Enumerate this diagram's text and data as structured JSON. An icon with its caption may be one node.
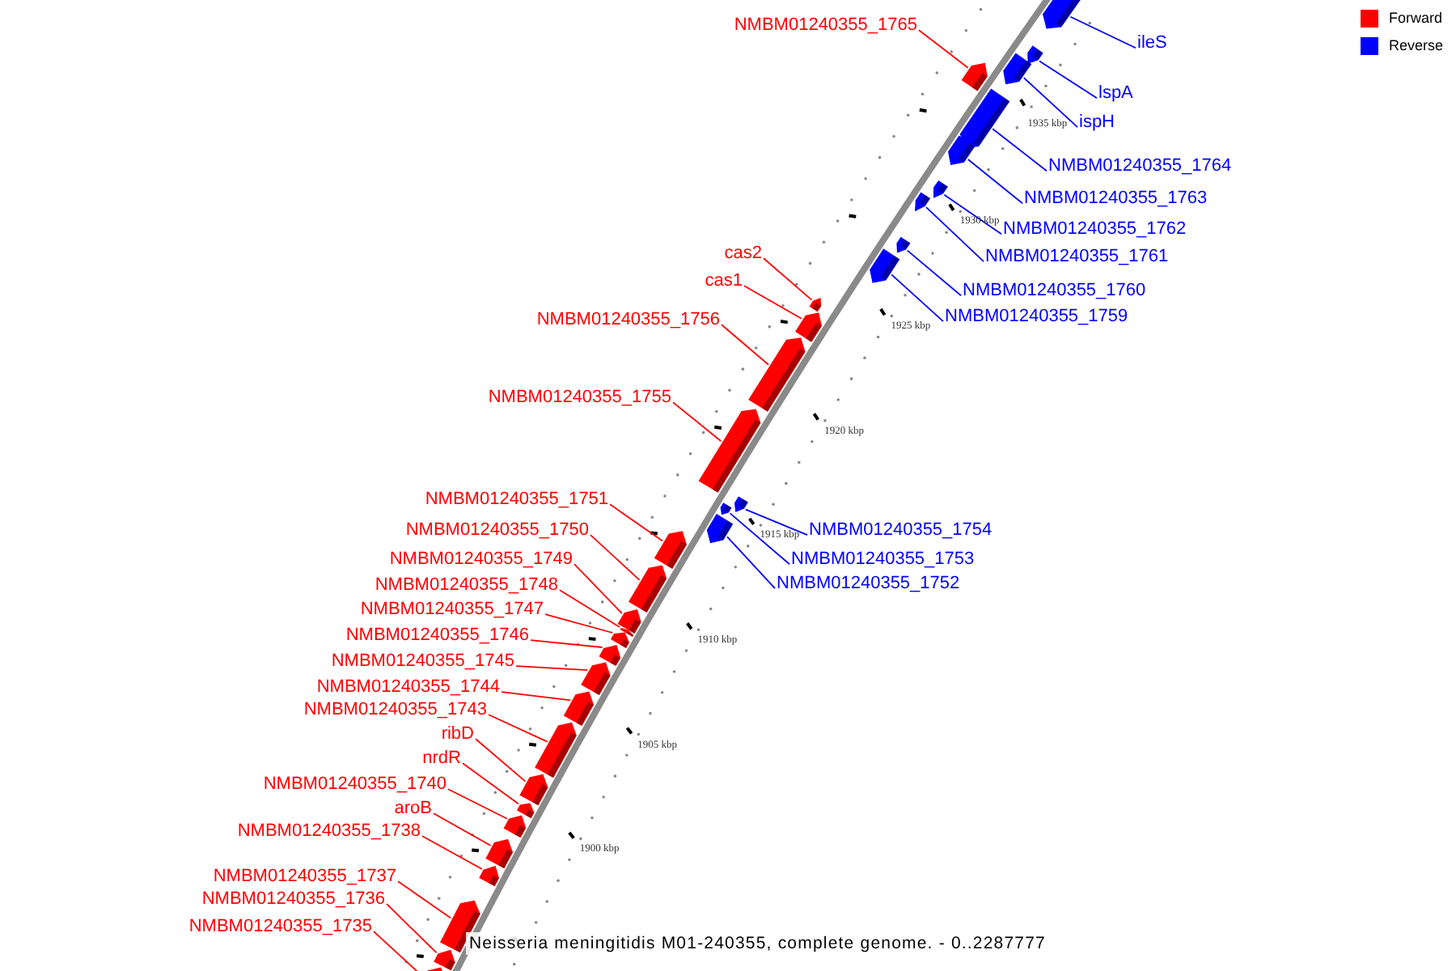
{
  "diagram": {
    "caption": "Neisseria meningitidis M01-240355, complete genome. - 0..2287777",
    "nodes": [
      {
        "text": [
          "NMBM01240355_1765"
        ]
      },
      {
        "text": [
          "ileS"
        ]
      },
      {
        "text": [
          "lspA"
        ]
      },
      {
        "text": [
          "ispH"
        ]
      },
      {
        "text": [
          "NMBM01240355_1764"
        ]
      },
      {
        "text": [
          "NMBM01240355_1763"
        ]
      },
      {
        "text": [
          "NMBM01240355_1762"
        ]
      },
      {
        "text": [
          "cas2"
        ]
      },
      {
        "text": [
          "NMBM01240355_1761"
        ]
      },
      {
        "text": [
          "cas1"
        ]
      },
      {
        "text": [
          "NMBM01240355_1760"
        ]
      },
      {
        "text": [
          "NMBM01240355_1759"
        ]
      },
      {
        "text": [
          "NMBM01240355_1756"
        ]
      },
      {
        "text": [
          "NMBM01240355_1755"
        ]
      },
      {
        "text": [
          "NMBM01240355_1751"
        ]
      },
      {
        "text": [
          "NMBM01240355_1750"
        ]
      },
      {
        "text": [
          "NMBM01240355_1754"
        ]
      },
      {
        "text": [
          "NMBM01240355_1753"
        ]
      },
      {
        "text": [
          "NMBM01240355_1749"
        ]
      },
      {
        "text": [
          "NMBM01240355_1752"
        ]
      },
      {
        "text": [
          "NMBM01240355_1748"
        ]
      },
      {
        "text": [
          "NMBM01240355_1747"
        ]
      },
      {
        "text": [
          "NMBM01240355_1746"
        ]
      },
      {
        "text": [
          "NMBM01240355_1745"
        ]
      },
      {
        "text": [
          "NMBM01240355_1744"
        ]
      },
      {
        "text": [
          "NMBM01240355_1743"
        ]
      },
      {
        "text": [
          "ribD"
        ]
      },
      {
        "text": [
          "nrdR"
        ]
      },
      {
        "text": [
          "NMBM01240355_1740"
        ]
      },
      {
        "text": [
          "aroB"
        ]
      },
      {
        "text": [
          "NMBM01240355_1738"
        ]
      },
      {
        "text": [
          "NMBM01240355_1737"
        ]
      },
      {
        "text": [
          "NMBM01240355_1736"
        ]
      },
      {
        "text": [
          "NMBM01240355_1735"
        ]
      },
      {
        "text": [],
        "shape": "block"
      },
      {
        "text": [],
        "shape": "block"
      },
      {
        "text": [],
        "shape": "block"
      },
      {
        "text": [],
        "shape": "block"
      },
      {
        "text": [],
        "shape": "block"
      },
      {
        "text": [],
        "shape": "block"
      },
      {
        "text": [],
        "shape": "block"
      },
      {
        "text": [],
        "shape": "block"
      },
      {
        "text": [],
        "shape": "block"
      },
      {
        "text": [],
        "shape": "block"
      },
      {
        "text": [],
        "shape": "block"
      },
      {
        "text": [],
        "shape": "block"
      },
      {
        "text": [],
        "shape": "block"
      },
      {
        "text": [],
        "shape": "block"
      },
      {
        "text": [],
        "shape": "block"
      },
      {
        "text": [],
        "shape": "block"
      },
      {
        "text": [],
        "shape": "block"
      },
      {
        "text": [],
        "shape": "block"
      },
      {
        "text": [],
        "shape": "block"
      },
      {
        "text": [],
        "shape": "block"
      },
      {
        "text": [],
        "shape": "block"
      },
      {
        "text": [],
        "shape": "block"
      },
      {
        "text": [],
        "shape": "block"
      },
      {
        "text": [],
        "shape": "block"
      },
      {
        "text": [],
        "shape": "block"
      },
      {
        "text": [],
        "shape": "block"
      },
      {
        "text": [],
        "shape": "block"
      },
      {
        "text": [],
        "shape": "block"
      },
      {
        "text": [],
        "shape": "block"
      },
      {
        "text": [],
        "shape": "block"
      },
      {
        "text": [],
        "shape": "block"
      },
      {
        "text": [],
        "shape": "block"
      },
      {
        "text": [],
        "shape": "block"
      },
      {
        "text": [],
        "shape": "block"
      }
    ],
    "edges": [
      {
        "from": 0,
        "to": 34,
        "arrow": "none"
      },
      {
        "from": 1,
        "to": 35,
        "arrow": "none",
        "color": "#0000ff"
      },
      {
        "from": 2,
        "to": 36,
        "arrow": "none",
        "color": "#0000ff"
      },
      {
        "from": 3,
        "to": 37,
        "arrow": "none",
        "color": "#0000ff"
      },
      {
        "from": 4,
        "to": 38,
        "arrow": "none",
        "color": "#0000ff"
      },
      {
        "from": 5,
        "to": 39,
        "arrow": "none",
        "color": "#0000ff"
      },
      {
        "from": 6,
        "to": 40,
        "arrow": "none",
        "color": "#0000ff"
      },
      {
        "from": 7,
        "to": 41,
        "arrow": "none"
      },
      {
        "from": 8,
        "to": 42,
        "arrow": "none",
        "color": "#0000ff"
      },
      {
        "from": 9,
        "to": 43,
        "arrow": "none"
      },
      {
        "from": 10,
        "to": 44,
        "arrow": "none",
        "color": "#0000ff"
      },
      {
        "from": 11,
        "to": 45,
        "arrow": "none",
        "color": "#0000ff"
      },
      {
        "from": 12,
        "to": 46,
        "arrow": "none"
      },
      {
        "from": 13,
        "to": 47,
        "arrow": "none"
      },
      {
        "from": 14,
        "to": 48,
        "arrow": "none"
      },
      {
        "from": 15,
        "to": 49,
        "arrow": "none"
      },
      {
        "from": 16,
        "to": 50,
        "arrow": "none",
        "color": "#0000ff"
      },
      {
        "from": 17,
        "to": 51,
        "arrow": "none",
        "color": "#0000ff"
      },
      {
        "from": 18,
        "to": 52,
        "arrow": "none"
      },
      {
        "from": 19,
        "to": 53,
        "arrow": "none",
        "color": "#0000ff"
      },
      {
        "from": 20,
        "to": 54,
        "arrow": "none"
      },
      {
        "from": 21,
        "to": 55,
        "arrow": "none"
      },
      {
        "from": 22,
        "to": 56,
        "arrow": "none"
      },
      {
        "from": 23,
        "to": 57,
        "arrow": "none"
      },
      {
        "from": 24,
        "to": 58,
        "arrow": "none"
      },
      {
        "from": 25,
        "to": 59,
        "arrow": "none"
      },
      {
        "from": 26,
        "to": 60,
        "arrow": "none"
      },
      {
        "from": 27,
        "to": 61,
        "arrow": "none"
      },
      {
        "from": 28,
        "to": 62,
        "arrow": "none"
      },
      {
        "from": 29,
        "to": 63,
        "arrow": "none"
      },
      {
        "from": 30,
        "to": 64,
        "arrow": "none"
      },
      {
        "from": 31,
        "to": 65,
        "arrow": "none"
      },
      {
        "from": 32,
        "to": 66,
        "arrow": "none"
      },
      {
        "from": 33,
        "to": 67,
        "arrow": "none"
      }
    ],
    "labels": [
      "1935 kbp",
      "1930 kbp",
      "1925 kbp",
      "1920 kbp",
      "1915 kbp",
      "1910 kbp",
      "1905 kbp",
      "1900 kbp"
    ],
    "legend": [
      {
        "text": "Forward",
        "color": "#ff0000"
      },
      {
        "text": "Reverse",
        "color": "#0000ff"
      }
    ]
  }
}
